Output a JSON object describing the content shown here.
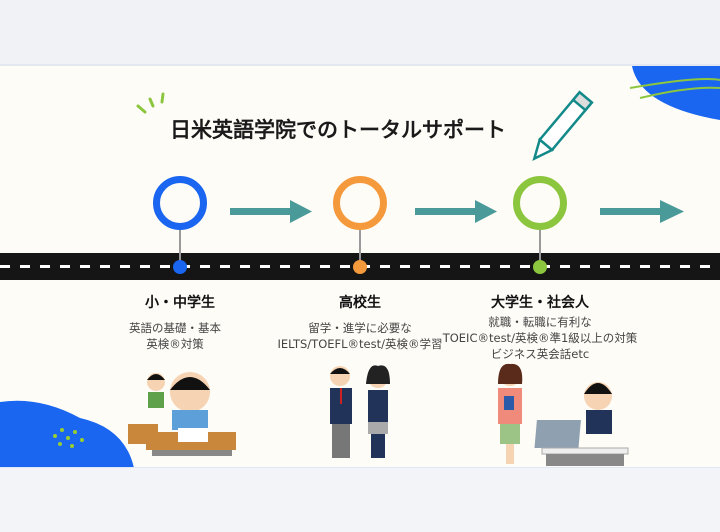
{
  "title": "日米英語学院でのトータルサポート",
  "colors": {
    "blue": "#1a66f0",
    "orange": "#f59a3c",
    "green": "#8cc63f",
    "teal": "#4a9a9a",
    "road": "#151515"
  },
  "stages": [
    {
      "heading": "小・中学生",
      "lines": [
        "英語の基礎・基本",
        "英検®対策"
      ]
    },
    {
      "heading": "高校生",
      "lines": [
        "留学・進学に必要な",
        "IELTS/TOEFL®test/英検®学習"
      ]
    },
    {
      "heading": "大学生・社会人",
      "lines": [
        "就職・転職に有利な",
        "TOEIC®test/英検®準1級以上の対策",
        "ビジネス英会話etc"
      ]
    }
  ]
}
